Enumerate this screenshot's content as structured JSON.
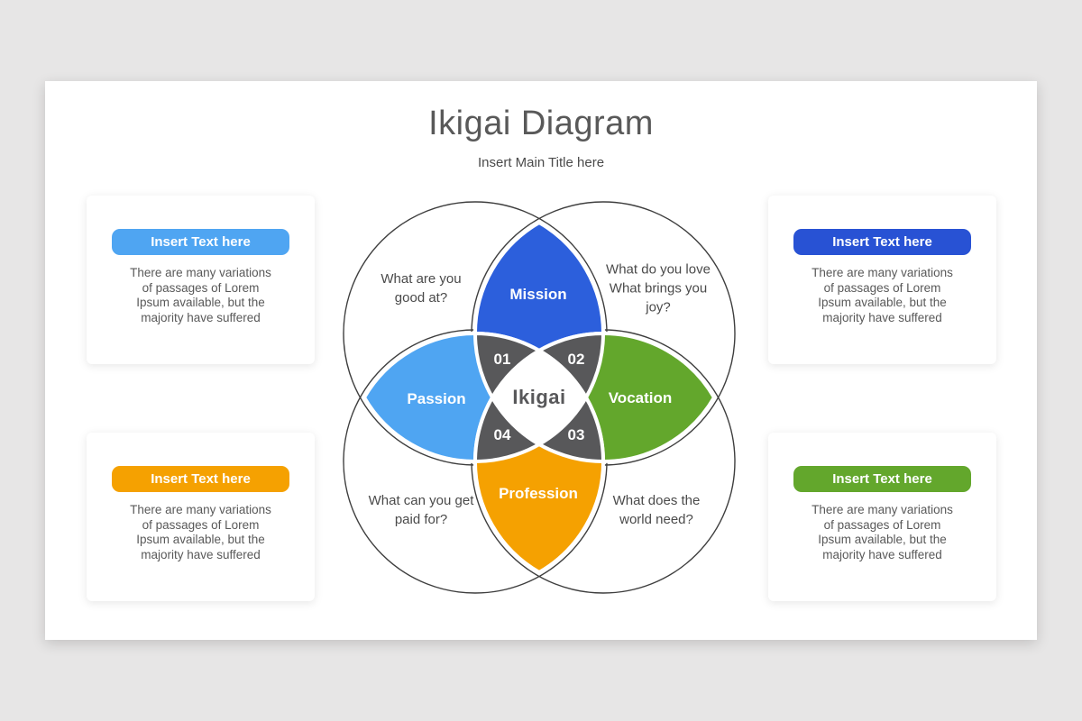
{
  "palette": {
    "page_bg": "#e7e6e6",
    "slide_bg": "#ffffff",
    "title_text": "#595959",
    "body_text": "#595959",
    "annotation_text": "#4a4a4a",
    "light_blue": "#4fa5f2",
    "blue": "#2c5fdc",
    "dark_blue": "#2852d4",
    "green": "#63a72c",
    "orange": "#f5a101",
    "gray_region": "#58585a",
    "circle_line": "#3e3e3e"
  },
  "header": {
    "title": "Ikigai Diagram",
    "subtitle": "Insert Main Title here"
  },
  "cards": [
    {
      "position": "top-left",
      "button_label": "Insert Text here",
      "button_color": "#4fa5f2",
      "body": "There are many variations\nof passages of Lorem\nIpsum available, but the\nmajority have suffered"
    },
    {
      "position": "top-right",
      "button_label": "Insert Text here",
      "button_color": "#2852d4",
      "body": "There are many variations\nof passages of Lorem\nIpsum available, but the\nmajority have suffered"
    },
    {
      "position": "bottom-left",
      "button_label": "Insert Text here",
      "button_color": "#f5a101",
      "body": "There are many variations\nof passages of Lorem\nIpsum available, but the\nmajority have suffered"
    },
    {
      "position": "bottom-right",
      "button_label": "Insert Text here",
      "button_color": "#63a72c",
      "body": "There are many variations\nof passages of Lorem\nIpsum available, but the\nmajority have suffered"
    }
  ],
  "diagram": {
    "center_label": "Ikigai",
    "petals": [
      {
        "position": "top",
        "label": "Mission",
        "color": "#2c5fdc"
      },
      {
        "position": "left",
        "label": "Passion",
        "color": "#4fa5f2"
      },
      {
        "position": "right",
        "label": "Vocation",
        "color": "#63a72c"
      },
      {
        "position": "bottom",
        "label": "Profession",
        "color": "#f5a101"
      }
    ],
    "numbers": [
      "01",
      "02",
      "03",
      "04"
    ],
    "annotations": [
      {
        "position": "top-left",
        "text": "What are you\ngood at?"
      },
      {
        "position": "top-right",
        "text": "What do you love\nWhat brings you\njoy?"
      },
      {
        "position": "bottom-left",
        "text": "What can you get\npaid for?"
      },
      {
        "position": "bottom-right",
        "text": "What does the\nworld need?"
      }
    ]
  }
}
